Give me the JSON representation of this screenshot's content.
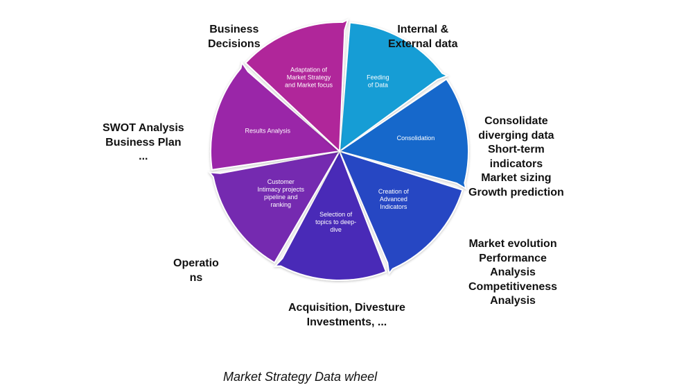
{
  "caption": "Market Strategy Data wheel",
  "segments": [
    {
      "label": "Feeding\nof Data",
      "color": "#139dd5"
    },
    {
      "label": "Consolidation",
      "color": "#1867cb"
    },
    {
      "label": "Creation of\nAdvanced\nIndicators",
      "color": "#2647c3"
    },
    {
      "label": "Selection of\ntopics to deep-\ndive",
      "color": "#4a2bb7"
    },
    {
      "label": "Customer\nIntimacy projects\npipeline and\nranking",
      "color": "#7529b0"
    },
    {
      "label": "Results Analysis",
      "color": "#9a27a8"
    },
    {
      "label": "Adaptation of\nMarket Strategy\nand Market focus",
      "color": "#b0269a"
    }
  ],
  "outer_labels": {
    "internal_external": "Internal &\nExternal data",
    "consolidate": "Consolidate\ndiverging data\nShort-term\nindicators\nMarket sizing\nGrowth prediction",
    "market_evolution": "Market evolution\nPerformance\nAnalysis\nCompetitiveness\nAnalysis",
    "acquisition": "Acquisition, Divesture\nInvestments, ...",
    "operations": "Operatio\nns",
    "swot": "SWOT Analysis\nBusiness Plan\n...",
    "business_decisions": "Business\nDecisions"
  }
}
